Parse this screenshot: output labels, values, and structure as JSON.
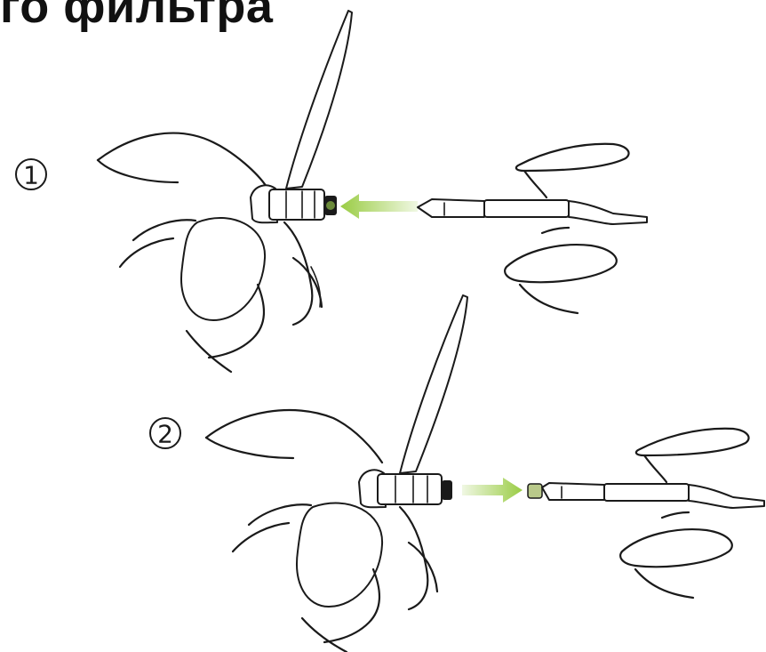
{
  "heading": "го фильтра",
  "steps": [
    {
      "number": "1",
      "arrow_direction": "toward-earpiece"
    },
    {
      "number": "2",
      "arrow_direction": "away-from-earpiece"
    }
  ],
  "colors": {
    "arrow_green": "#9acc44",
    "line": "#1a1a1a",
    "background": "#ffffff"
  }
}
